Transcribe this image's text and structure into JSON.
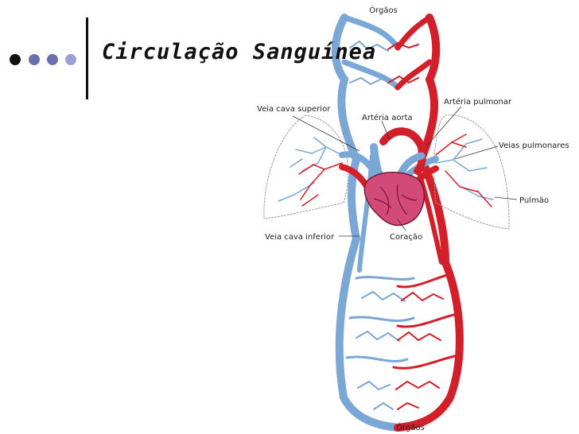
{
  "slide": {
    "title": "Circulação Sanguínea",
    "bullet_colors": [
      "#111111",
      "#6a6fb0",
      "#6a6fb0",
      "#9aa0d8"
    ]
  },
  "diagram": {
    "labels": {
      "organs_top": "Órgãos",
      "organs_bottom": "Órgãos",
      "vena_cava_superior": "Veia cava superior",
      "aorta": "Artéria aorta",
      "pulmonary_artery": "Artéria pulmonar",
      "pulmonary_veins": "Veias pulmonares",
      "lung": "Pulmão",
      "vena_cava_inferior": "Veia cava inferior",
      "heart": "Coração"
    },
    "colors": {
      "venous": "#7aa7d6",
      "arterial": "#d21f2a",
      "heart": "#d24a78",
      "lung_outline": "#999999"
    }
  }
}
